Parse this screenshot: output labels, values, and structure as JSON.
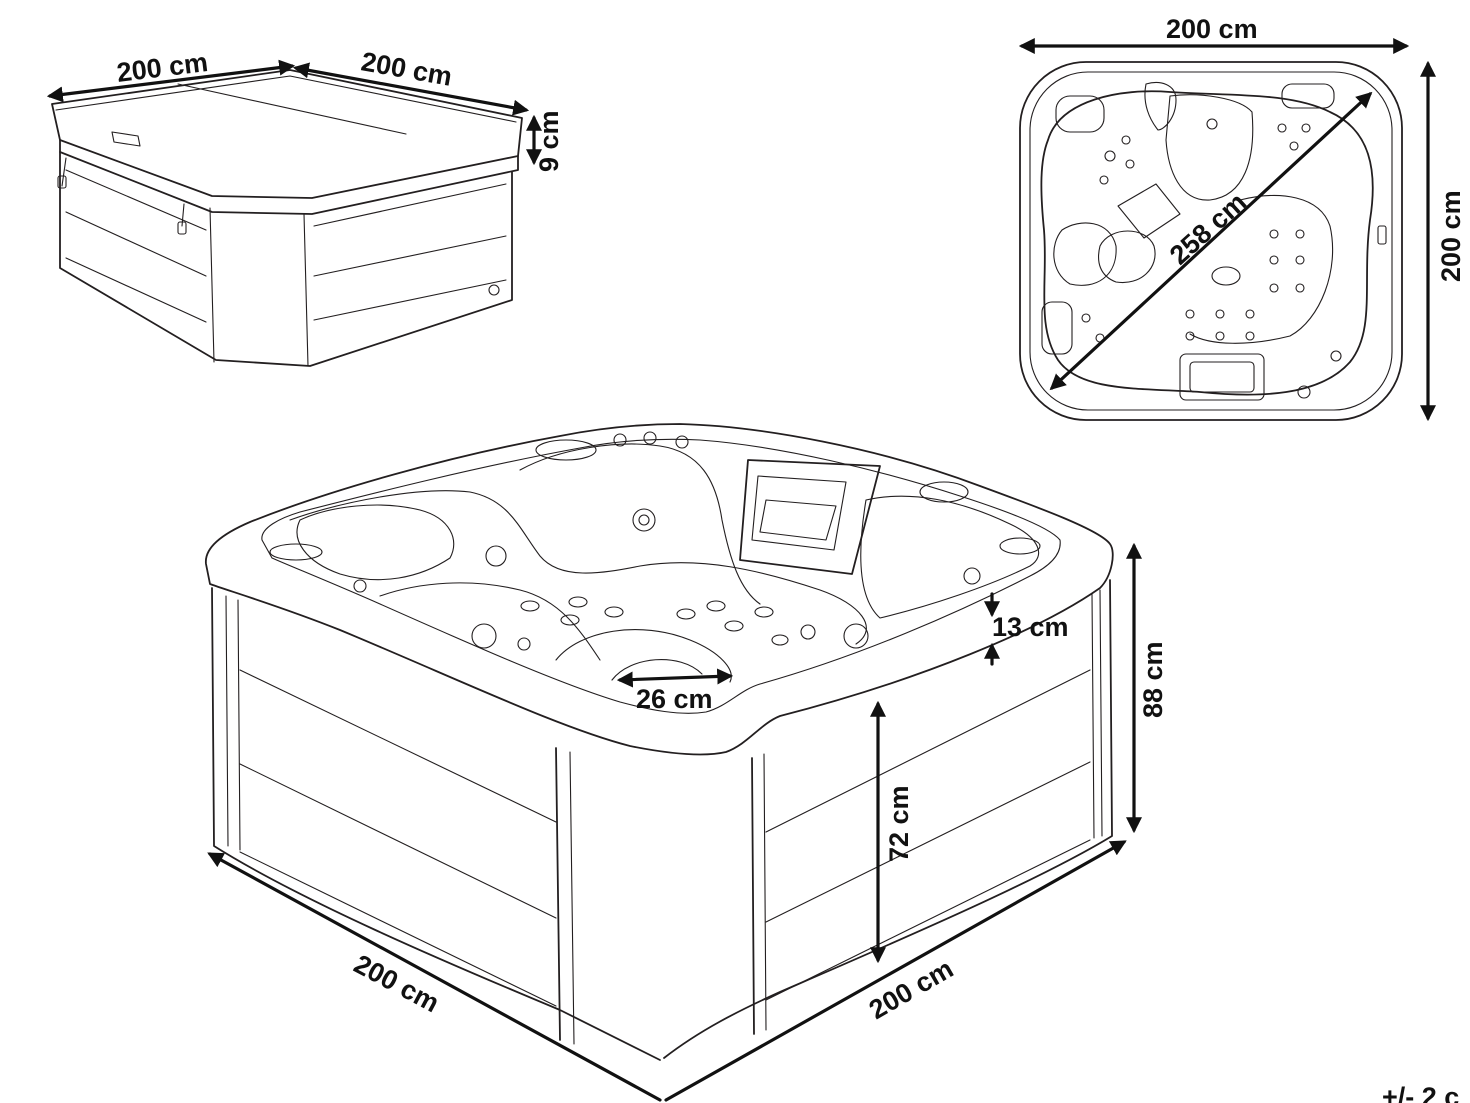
{
  "colors": {
    "line": "#231f20",
    "dimension": "#111111",
    "background": "#ffffff"
  },
  "labels": {
    "cover_width": "200 cm",
    "cover_depth": "200 cm",
    "cover_thickness": "9 cm",
    "top_width": "200 cm",
    "top_height": "200 cm",
    "diagonal": "258 cm",
    "step_height": "13 cm",
    "seat_width": "26 cm",
    "total_height": "88 cm",
    "inner_depth": "72 cm",
    "base_left": "200 cm",
    "base_right": "200 cm",
    "tolerance": "+/- 2 c"
  }
}
